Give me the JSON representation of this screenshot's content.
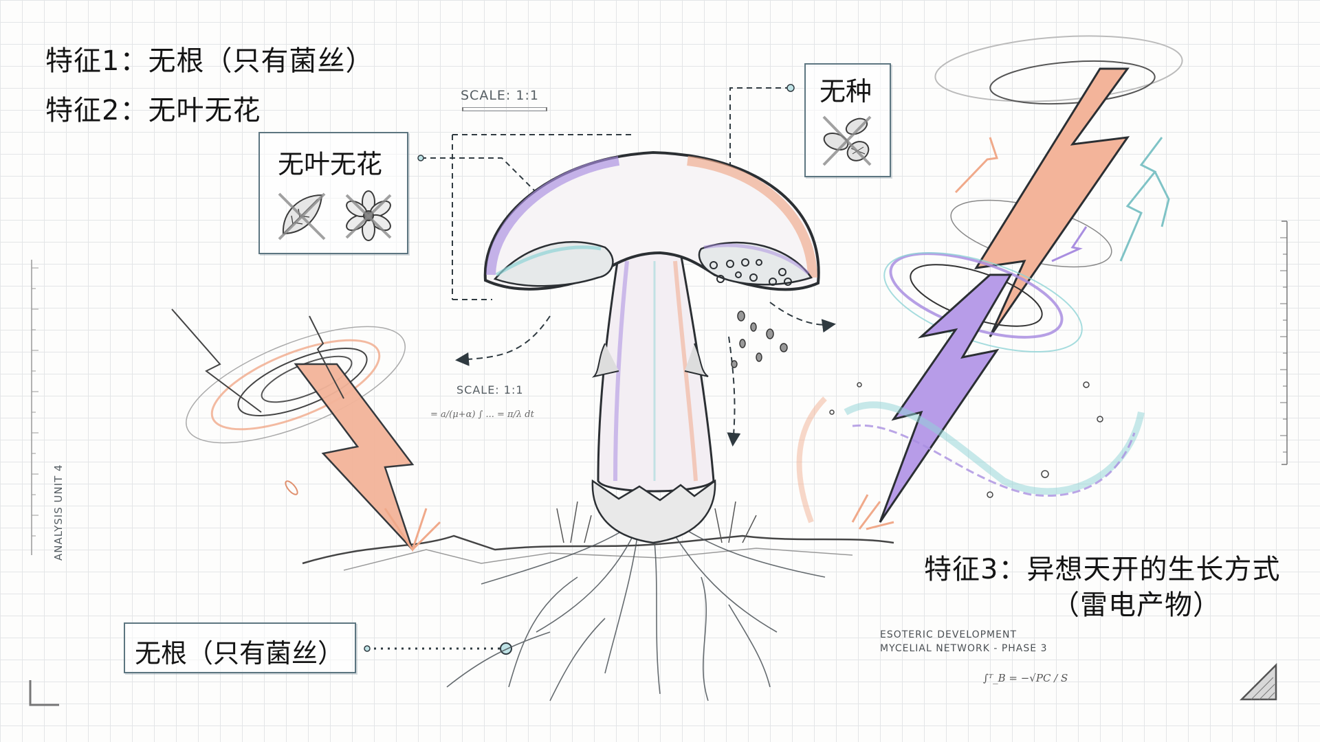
{
  "headings": {
    "feature1": "特征1：无根（只有菌丝）",
    "feature2": "特征2：无叶无花",
    "feature3_line1": "特征3：异想天开的生长方式",
    "feature3_line2": "（雷电产物）"
  },
  "callouts": {
    "no_leaf_no_flower": {
      "title": "无叶无花",
      "icons": [
        "crossed-leaf-icon",
        "crossed-flower-icon"
      ]
    },
    "no_seed": {
      "title": "无种",
      "icons": [
        "crossed-seeds-icon"
      ]
    },
    "no_root": {
      "title": "无根（只有菌丝）"
    }
  },
  "annotations": {
    "scale_top": "SCALE: 1:1",
    "scale_mid": "SCALE: 1:1",
    "side_label": "ANALYSIS UNIT 4",
    "tech_note_line1": "ESOTERIC  DEVELOPMENT",
    "tech_note_line2": "MYCELIAL NETWORK - PHASE 3",
    "formula_bottom": "∫ᵀ_B = −√PC / S",
    "formula_mid": "= a/(μ+α) ∫ ... = π/λ dt"
  },
  "colors": {
    "grid": "#e3e5e7",
    "ink": "#2b2f33",
    "callout_border": "#5c7580",
    "peach": "#f0a98a",
    "lavender": "#a98ee0",
    "teal": "#8fd3d6",
    "dot_fill": "#bfe3e6"
  }
}
